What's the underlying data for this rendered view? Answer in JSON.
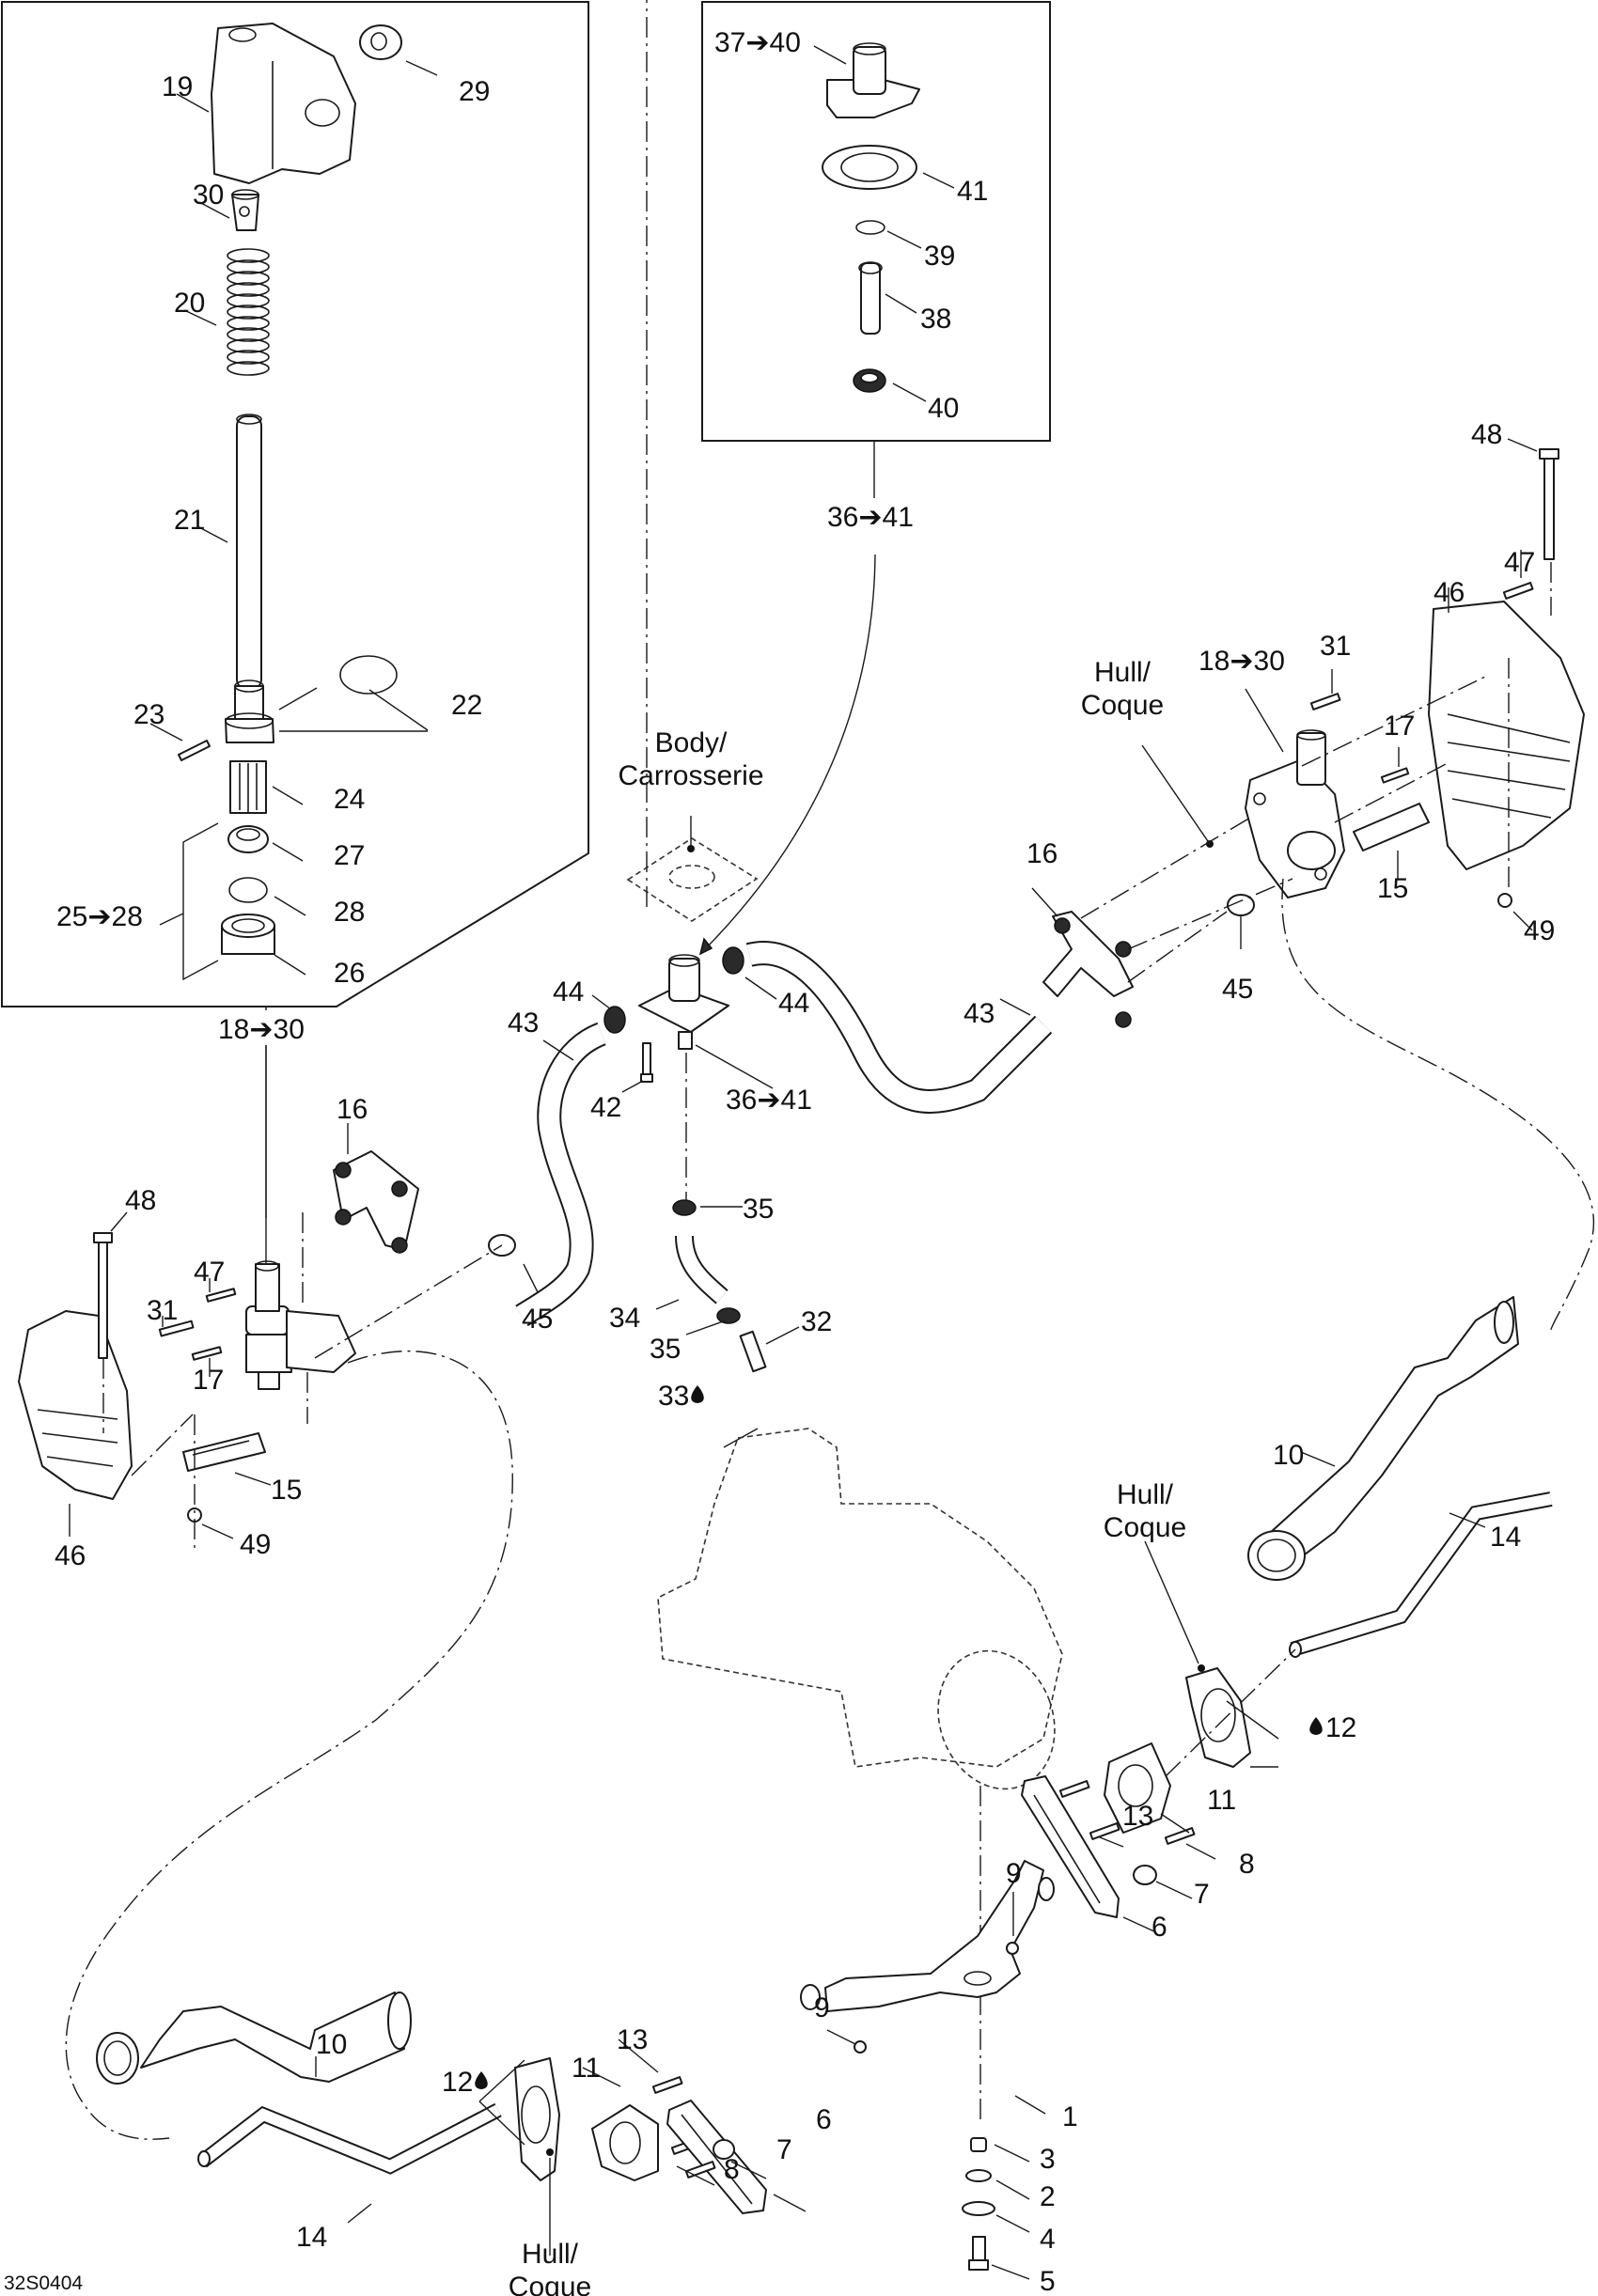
{
  "diagram": {
    "title": "Steering / Reverse System Exploded View",
    "drawing_code": "32S0404",
    "part_callouts": [
      {
        "id": "c1",
        "label": "1"
      },
      {
        "id": "c2",
        "label": "2"
      },
      {
        "id": "c3",
        "label": "3"
      },
      {
        "id": "c4",
        "label": "4"
      },
      {
        "id": "c5",
        "label": "5"
      },
      {
        "id": "c6a",
        "label": "6"
      },
      {
        "id": "c6b",
        "label": "6"
      },
      {
        "id": "c7a",
        "label": "7"
      },
      {
        "id": "c7b",
        "label": "7"
      },
      {
        "id": "c8a",
        "label": "8"
      },
      {
        "id": "c8b",
        "label": "8"
      },
      {
        "id": "c9a",
        "label": "9"
      },
      {
        "id": "c9b",
        "label": "9"
      },
      {
        "id": "c10a",
        "label": "10"
      },
      {
        "id": "c10b",
        "label": "10"
      },
      {
        "id": "c11a",
        "label": "11"
      },
      {
        "id": "c11b",
        "label": "11"
      },
      {
        "id": "c12a",
        "label": "12",
        "apply_sealant": true
      },
      {
        "id": "c12b",
        "label": "12",
        "apply_sealant": true
      },
      {
        "id": "c13a",
        "label": "13"
      },
      {
        "id": "c13b",
        "label": "13"
      },
      {
        "id": "c14a",
        "label": "14"
      },
      {
        "id": "c14b",
        "label": "14"
      },
      {
        "id": "c15a",
        "label": "15"
      },
      {
        "id": "c15b",
        "label": "15"
      },
      {
        "id": "c16a",
        "label": "16"
      },
      {
        "id": "c16b",
        "label": "16"
      },
      {
        "id": "c17a",
        "label": "17"
      },
      {
        "id": "c17b",
        "label": "17"
      },
      {
        "id": "c19",
        "label": "19"
      },
      {
        "id": "c20",
        "label": "20"
      },
      {
        "id": "c21",
        "label": "21"
      },
      {
        "id": "c22",
        "label": "22"
      },
      {
        "id": "c23",
        "label": "23"
      },
      {
        "id": "c24",
        "label": "24"
      },
      {
        "id": "c26",
        "label": "26"
      },
      {
        "id": "c27",
        "label": "27"
      },
      {
        "id": "c28",
        "label": "28"
      },
      {
        "id": "c29",
        "label": "29"
      },
      {
        "id": "c30",
        "label": "30"
      },
      {
        "id": "c31a",
        "label": "31"
      },
      {
        "id": "c31b",
        "label": "31"
      },
      {
        "id": "c32",
        "label": "32"
      },
      {
        "id": "c33",
        "label": "33",
        "apply_sealant": true
      },
      {
        "id": "c34",
        "label": "34"
      },
      {
        "id": "c35a",
        "label": "35"
      },
      {
        "id": "c35b",
        "label": "35"
      },
      {
        "id": "c38",
        "label": "38"
      },
      {
        "id": "c39",
        "label": "39"
      },
      {
        "id": "c40",
        "label": "40"
      },
      {
        "id": "c41",
        "label": "41"
      },
      {
        "id": "c42",
        "label": "42"
      },
      {
        "id": "c43a",
        "label": "43"
      },
      {
        "id": "c43b",
        "label": "43"
      },
      {
        "id": "c44a",
        "label": "44"
      },
      {
        "id": "c44b",
        "label": "44"
      },
      {
        "id": "c45a",
        "label": "45"
      },
      {
        "id": "c45b",
        "label": "45"
      },
      {
        "id": "c46a",
        "label": "46"
      },
      {
        "id": "c46b",
        "label": "46"
      },
      {
        "id": "c47a",
        "label": "47"
      },
      {
        "id": "c47b",
        "label": "47"
      },
      {
        "id": "c48a",
        "label": "48"
      },
      {
        "id": "c48b",
        "label": "48"
      },
      {
        "id": "c49a",
        "label": "49"
      },
      {
        "id": "c49b",
        "label": "49"
      }
    ],
    "range_callouts": [
      {
        "id": "r3740",
        "from": "37",
        "to": "40"
      },
      {
        "id": "r3641top",
        "from": "36",
        "to": "41"
      },
      {
        "id": "r3641mid",
        "from": "36",
        "to": "41"
      },
      {
        "id": "r1830left",
        "from": "18",
        "to": "30"
      },
      {
        "id": "r1830right",
        "from": "18",
        "to": "30"
      },
      {
        "id": "r2528",
        "from": "25",
        "to": "28"
      }
    ],
    "reference_labels": [
      {
        "id": "body",
        "line1": "Body/",
        "line2": "Carrosserie"
      },
      {
        "id": "hull_top",
        "line1": "Hull/",
        "line2": "Coque"
      },
      {
        "id": "hull_mid",
        "line1": "Hull/",
        "line2": "Coque"
      },
      {
        "id": "hull_bottom",
        "line1": "Hull/",
        "line2": "Coque"
      }
    ],
    "arrow_glyph": "➔",
    "sealant_icon": "drop-icon"
  }
}
